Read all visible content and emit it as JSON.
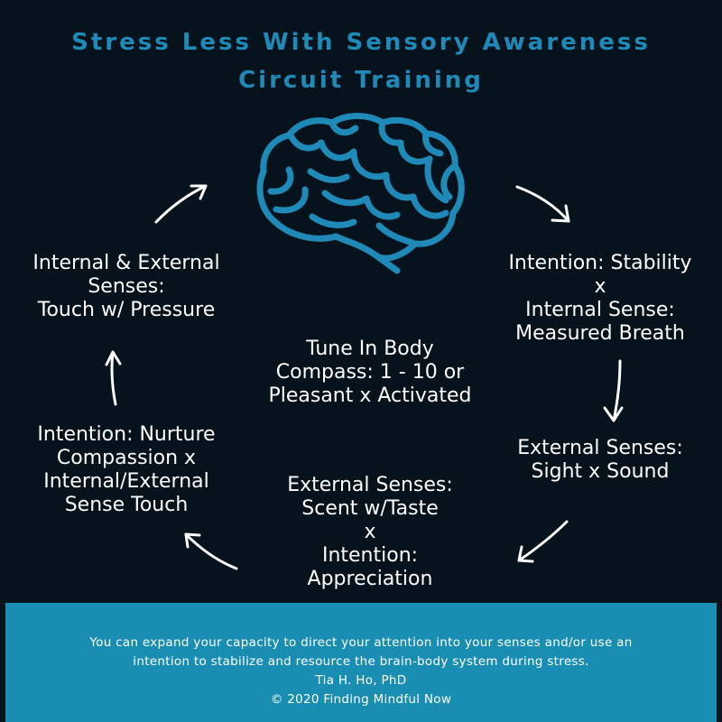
{
  "title": {
    "line1": "Stress Less With Sensory Awareness",
    "line2": "Circuit Training"
  },
  "icons": {
    "brain": "brain-icon",
    "arrows": "curved-arrow-icon"
  },
  "colors": {
    "background": "#06121c",
    "accent": "#1f8ab8",
    "footer": "#1a8db3",
    "text": "#ffffff"
  },
  "nodes": {
    "stability": [
      "Intention: Stability",
      "x",
      "Internal Sense:",
      "Measured Breath"
    ],
    "sight_sound": [
      "External Senses:",
      "Sight x Sound"
    ],
    "scent_taste": [
      "External Senses:",
      "Scent w/Taste",
      "x",
      "Intention:",
      "Appreciation"
    ],
    "nurture": [
      "Intention: Nurture",
      "Compassion x",
      "Internal/External",
      "Sense Touch"
    ],
    "touch": [
      "Internal & External",
      "Senses:",
      "Touch w/ Pressure"
    ],
    "center": [
      "Tune In Body",
      "Compass: 1 - 10 or",
      "Pleasant x Activated"
    ]
  },
  "footer": {
    "line1": "You can expand your capacity to direct your attention into your senses and/or use an",
    "line2": "intention to stabilize and resource the brain-body system during stress.",
    "author": "Tia H. Ho, PhD",
    "copyright": "© 2020 Finding Mindful Now"
  }
}
